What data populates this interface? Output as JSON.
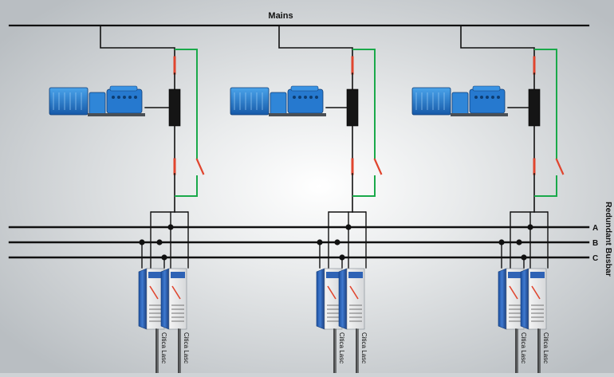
{
  "diagram": {
    "mains_label": "Mains",
    "busbar_label": "Redundant Busbar",
    "buses": [
      "A",
      "B",
      "C"
    ],
    "load_labels": [
      "Citica Lasc",
      "Citica Lasc",
      "Citica Lasc",
      "Citica Lasc",
      "Citica Lasc",
      "Citica Lasc"
    ]
  },
  "colors": {
    "line": "#111111",
    "green": "#1aa94a",
    "red": "#e0452e",
    "generator_blue": "#1f73c8",
    "cabinet_blue": "#2557a8"
  },
  "icons": {
    "generator": "generator-set-icon",
    "ats": "transfer-switch-icon",
    "cabinet": "switch-cabinet-icon"
  }
}
